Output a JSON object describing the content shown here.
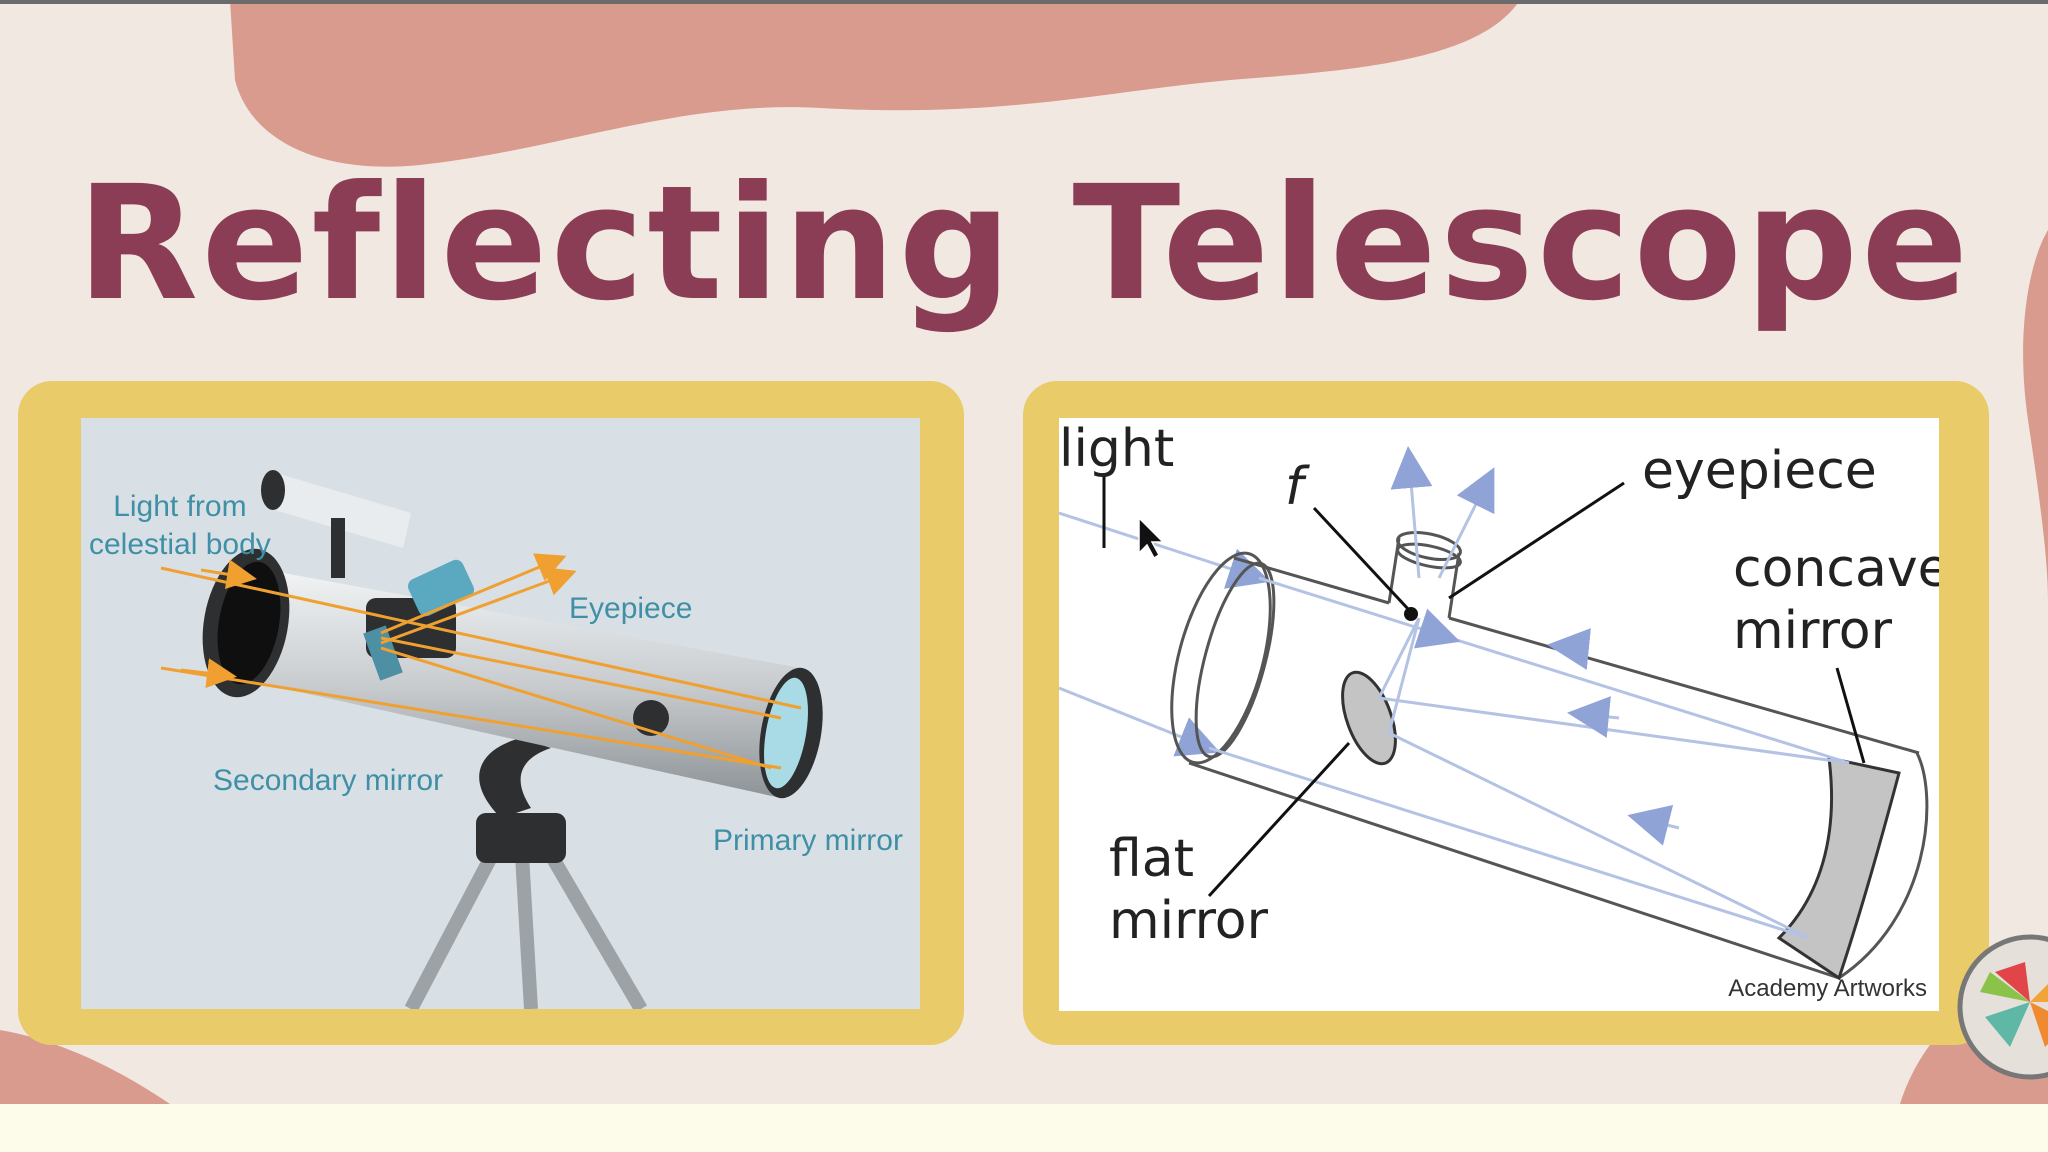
{
  "slide": {
    "title": "Reflecting Telescope",
    "colors": {
      "background": "#f1e8e1",
      "blob": "#d99b8e",
      "title": "#8b3d55",
      "frame": "#eacb6a",
      "photo_label": "#3f90a6",
      "light_ray": "#f0a030",
      "diagram_arrow": "#8fa3d6",
      "footer": "#fdfbea"
    }
  },
  "photo_panel": {
    "labels": {
      "light_from": "Light from\ncelestial body",
      "eyepiece": "Eyepiece",
      "secondary_mirror": "Secondary mirror",
      "primary_mirror": "Primary mirror"
    }
  },
  "diagram_panel": {
    "labels": {
      "light": "light",
      "focal_point": "f",
      "eyepiece": "eyepiece",
      "concave_mirror": "concave\nmirror",
      "flat_mirror": "flat\nmirror"
    },
    "credit": "Academy Artworks"
  },
  "cursor_icon": "arrow-pointer-icon",
  "corner_logo_icon": "colorful-petal-logo-icon"
}
